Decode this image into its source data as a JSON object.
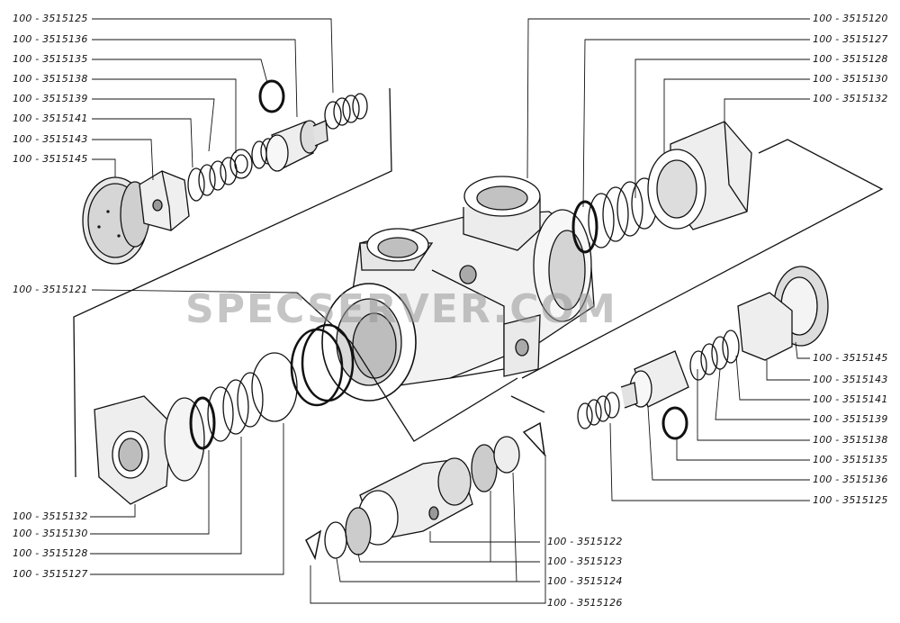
{
  "watermark": "SPECSERVER.COM",
  "labels": {
    "l_3515125": "100 - 3515125",
    "l_3515136": "100 - 3515136",
    "l_3515135": "100 - 3515135",
    "l_3515138": "100 - 3515138",
    "l_3515139": "100 - 3515139",
    "l_3515141": "100 - 3515141",
    "l_3515143": "100 - 3515143",
    "l_3515145": "100 - 3515145",
    "l_3515121": "100 - 3515121",
    "l_3515132": "100 - 3515132",
    "l_3515130": "100 - 3515130",
    "l_3515128": "100 - 3515128",
    "l_3515127": "100 - 3515127",
    "r_3515120": "100 - 3515120",
    "r_3515127": "100 - 3515127",
    "r_3515128": "100 - 3515128",
    "r_3515130": "100 - 3515130",
    "r_3515132": "100 - 3515132",
    "r_3515145": "100 - 3515145",
    "r_3515143": "100 - 3515143",
    "r_3515141": "100 - 3515141",
    "r_3515139": "100 - 3515139",
    "r_3515138": "100 - 3515138",
    "r_3515135": "100 - 3515135",
    "r_3515136": "100 - 3515136",
    "r_3515125": "100 - 3515125",
    "b_3515122": "100 - 3515122",
    "b_3515123": "100 - 3515123",
    "b_3515124": "100 - 3515124",
    "b_3515126": "100 - 3515126"
  }
}
